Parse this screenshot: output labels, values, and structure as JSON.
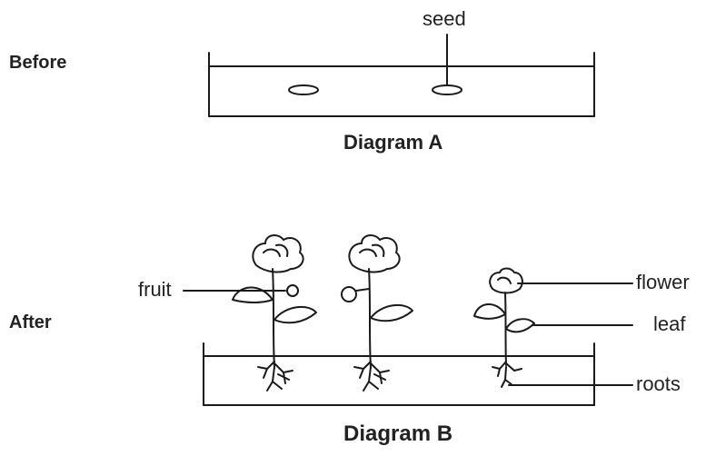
{
  "labels": {
    "before": "Before",
    "after": "After",
    "seed": "seed",
    "diagram_a": "Diagram A",
    "diagram_b": "Diagram B",
    "fruit": "fruit",
    "flower": "flower",
    "leaf": "leaf",
    "roots": "roots"
  },
  "colors": {
    "ink": "#1a1a1a"
  }
}
